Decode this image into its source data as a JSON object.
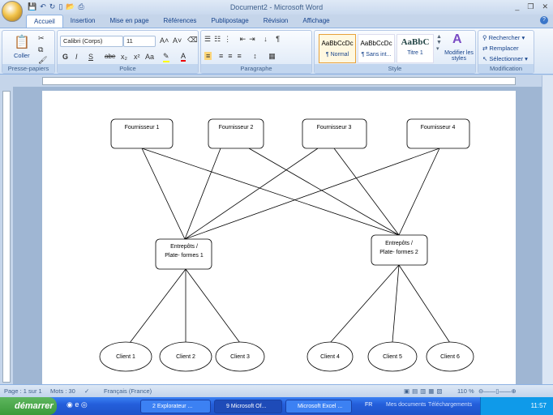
{
  "window": {
    "title": "Document2 - Microsoft Word",
    "minimize": "_",
    "restore": "❐",
    "close": "✕"
  },
  "tabs": [
    "Accueil",
    "Insertion",
    "Mise en page",
    "Références",
    "Publipostage",
    "Révision",
    "Affichage"
  ],
  "ribbon": {
    "clipboard": {
      "label": "Presse-papiers",
      "paste": "Coller"
    },
    "font": {
      "label": "Police",
      "font_name": "Calibri (Corps)",
      "font_size": "11",
      "bold": "G",
      "italic": "I",
      "underline": "S",
      "strike": "abe",
      "sub": "x₂",
      "sup": "x²",
      "case": "Aa",
      "grow": "A˄",
      "shrink": "A˅"
    },
    "paragraph": {
      "label": "Paragraphe"
    },
    "styles": {
      "label": "Style",
      "items": [
        {
          "preview": "AaBbCcDc",
          "name": "¶ Normal"
        },
        {
          "preview": "AaBbCcDc",
          "name": "¶ Sans int..."
        },
        {
          "preview": "AaBbC",
          "name": "Titre 1"
        }
      ],
      "modify": "Modifier les styles"
    },
    "editing": {
      "label": "Modification",
      "find": "Rechercher",
      "replace": "Remplacer",
      "select": "Sélectionner"
    }
  },
  "diagram": {
    "suppliers": [
      "Fournisseur 1",
      "Fournisseur 2",
      "Fournisseur 3",
      "Fournisseur 4"
    ],
    "warehouses": [
      [
        "Entrepôts /",
        "Plate- formes 1"
      ],
      [
        "Entrepôts /",
        "Plate- formes 2"
      ]
    ],
    "clients": [
      "Client 1",
      "Client 2",
      "Client 3",
      "Client 4",
      "Client 5",
      "Client 6"
    ]
  },
  "status": {
    "page": "Page : 1 sur 1",
    "words": "Mots : 30",
    "language": "Français (France)",
    "zoom": "110 %"
  },
  "taskbar": {
    "start": "démarrer",
    "tasks": [
      "2 Explorateur ...",
      "9 Microsoft Of...",
      "Microsoft Excel ..."
    ],
    "lang": "FR",
    "toolbars": [
      "Mes documents",
      "Téléchargements"
    ],
    "clock": "11:57"
  }
}
